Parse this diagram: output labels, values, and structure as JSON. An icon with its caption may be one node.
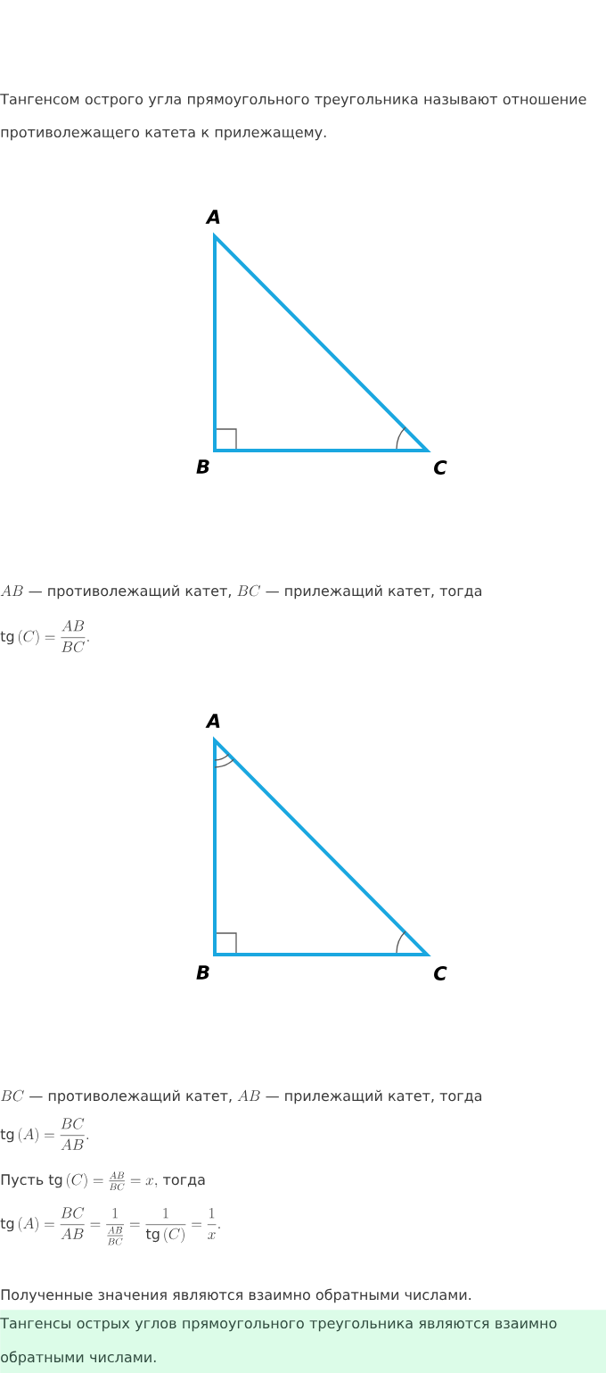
{
  "diagram": {
    "nodes": [
      {
        "text": [
          "Тангенсы острых углов прямоугольного треугольника являются взаимно обратными числами."
        ]
      }
    ],
    "labels": [
      "Тангенсом острого угла прямоугольного треугольника называют отношение противолежащего катета к прилежащему.",
      "A",
      "B",
      "C",
      "AB",
      "— противолежащий катет,",
      "BC",
      "— прилежащий катет, тогда",
      "\\mathrm{tg}\\,(C)=\\frac{AB}{BC}.",
      "A",
      "B",
      "C",
      "BC",
      "— противолежащий катет,",
      "AB",
      "— прилежащий катет, тогда",
      "\\mathrm{tg}\\,(A)=\\frac{BC}{AB}.",
      "Пусть",
      "\\mathrm{tg}\\,(C)=\\frac{AB}{BC}=x,",
      "тогда",
      "\\mathrm{tg}\\,(A)=\\frac{BC}{AB}=\\frac{1}{\\frac{AB}{BC}}=\\frac{1}{\\mathrm{tg}\\,(C)}=\\frac{1}{x}.",
      "Полученные значения являются взаимно обратными числами."
    ]
  }
}
